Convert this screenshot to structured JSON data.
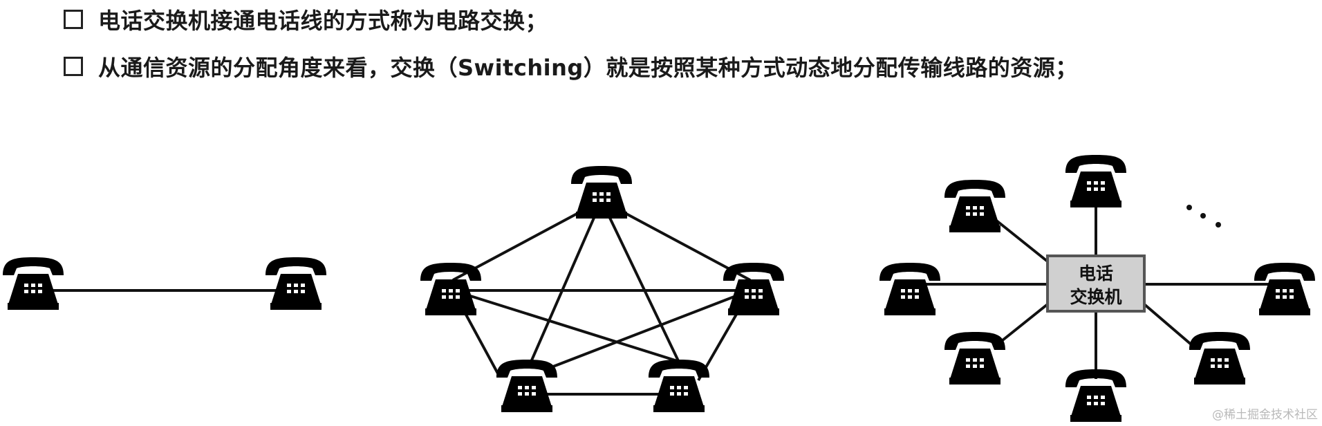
{
  "bullets": [
    {
      "text": "电话交换机接通电话线的方式称为电路交换；"
    },
    {
      "text": "从通信资源的分配角度来看，交换（Switching）就是按照某种方式动态地分配传输线路的资源；"
    }
  ],
  "switch_box": {
    "line1": "电话",
    "line2": "交换机",
    "fill_color": "#d0d0d0",
    "border_color": "#555555"
  },
  "ellipsis": "· · ·",
  "watermark": "@稀土掘金技术社区",
  "colors": {
    "text": "#1a1a1a",
    "line": "#111111",
    "phone": "#000000"
  }
}
